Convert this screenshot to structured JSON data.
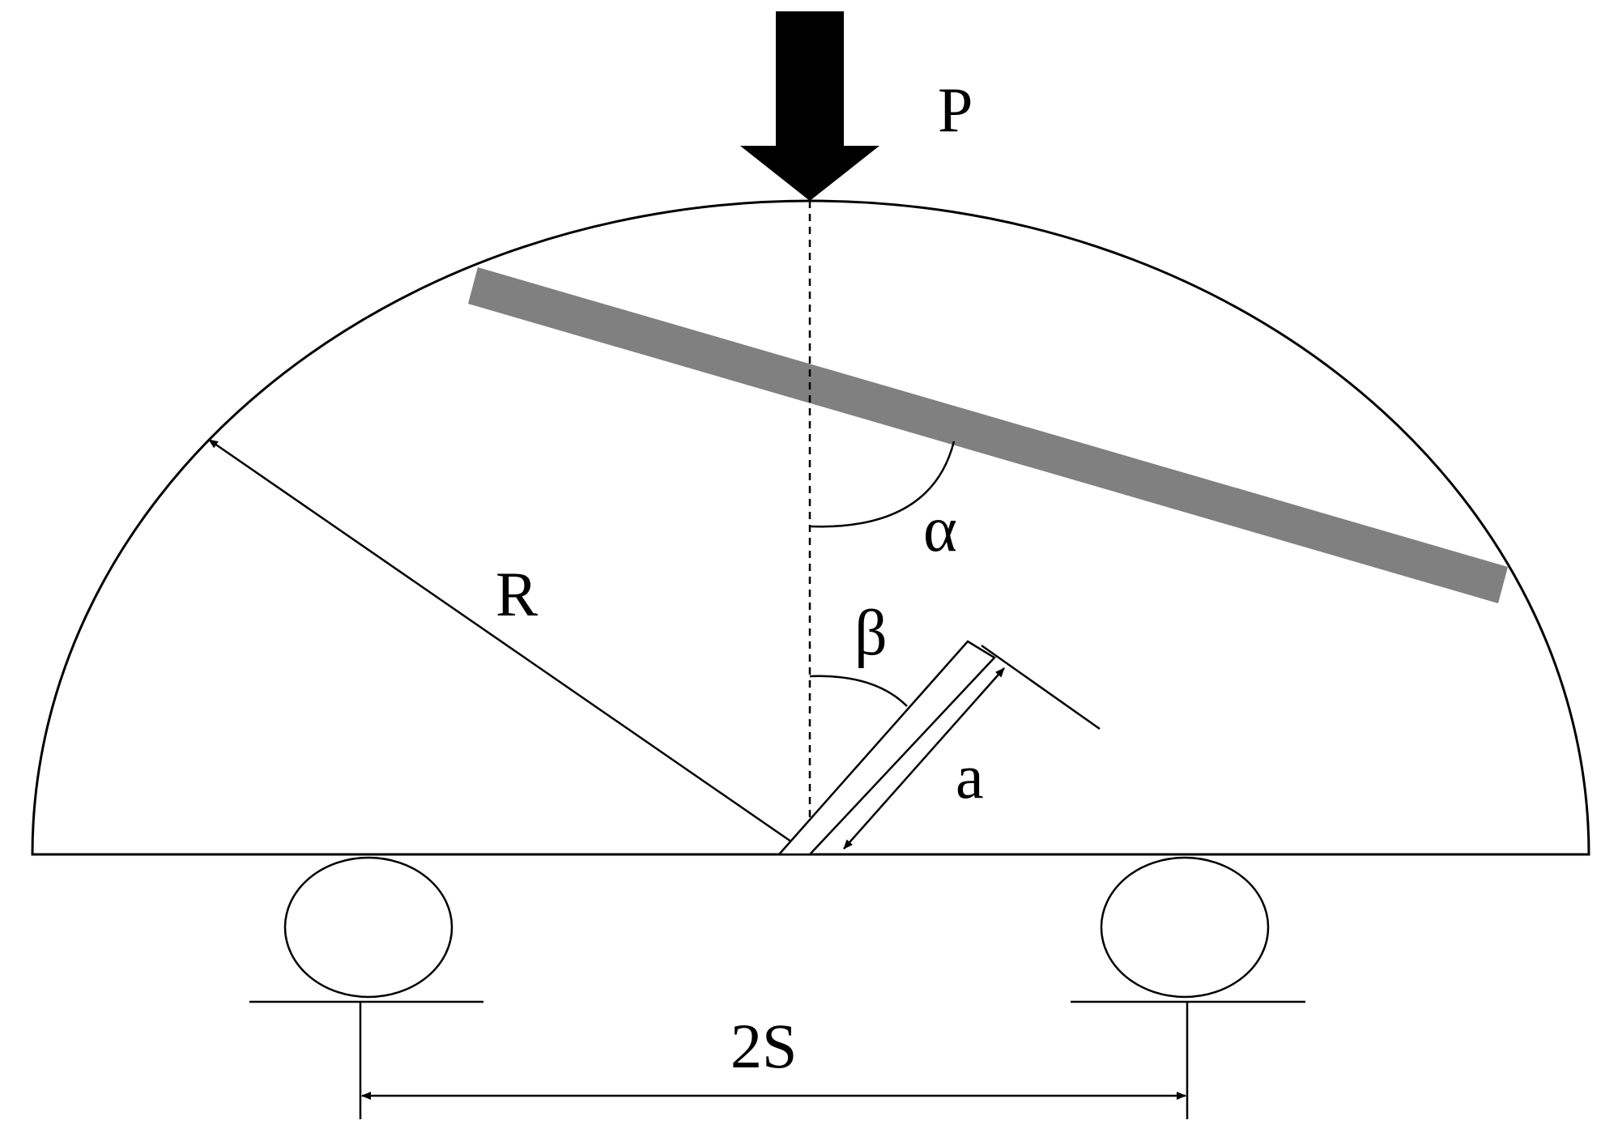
{
  "labels": {
    "load": "P",
    "radius": "R",
    "alpha": "α",
    "beta": "β",
    "crack_length": "a",
    "span": "2S"
  },
  "colors": {
    "stroke": "#000000",
    "band": "#808080",
    "background": "#ffffff"
  }
}
